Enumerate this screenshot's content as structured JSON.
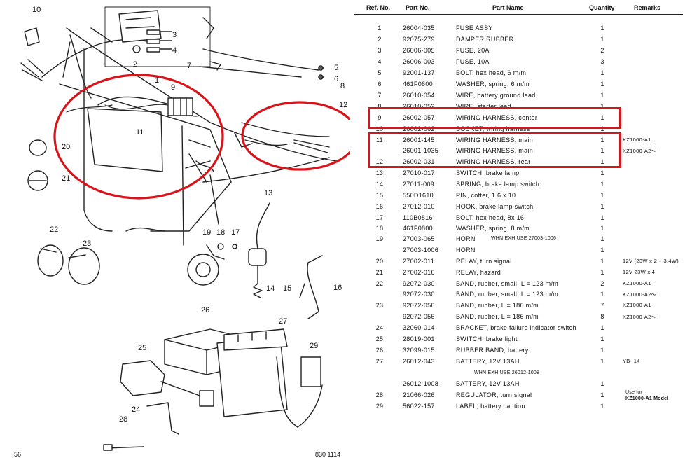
{
  "table": {
    "headers": {
      "ref": "Ref. No.",
      "part": "Part No.",
      "name": "Part Name",
      "qty": "Quantity",
      "remarks": "Remarks"
    },
    "rows": [
      {
        "ref": "1",
        "part": "26004-035",
        "name": "FUSE ASSY",
        "qty": "1",
        "rem": ""
      },
      {
        "ref": "2",
        "part": "92075-279",
        "name": "DAMPER RUBBER",
        "qty": "1",
        "rem": ""
      },
      {
        "ref": "3",
        "part": "26006-005",
        "name": "FUSE, 20A",
        "qty": "2",
        "rem": ""
      },
      {
        "ref": "4",
        "part": "26006-003",
        "name": "FUSE, 10A",
        "qty": "3",
        "rem": ""
      },
      {
        "ref": "5",
        "part": "92001-137",
        "name": "BOLT, hex head, 6 m/m",
        "qty": "1",
        "rem": ""
      },
      {
        "ref": "6",
        "part": "461F0600",
        "name": "WASHER, spring, 6 m/m",
        "qty": "1",
        "rem": ""
      },
      {
        "ref": "7",
        "part": "26010-054",
        "name": "WIRE, battery ground lead",
        "qty": "1",
        "rem": ""
      },
      {
        "ref": "8",
        "part": "26010-052",
        "name": "WIRE, starter lead",
        "qty": "1",
        "rem": ""
      },
      {
        "ref": "9",
        "part": "26002-057",
        "name": "WIRING HARNESS, center",
        "qty": "1",
        "rem": ""
      },
      {
        "ref": "10",
        "part": "26002-062",
        "name": "SOCKET, wiring harness",
        "qty": "1",
        "rem": ""
      },
      {
        "ref": "11",
        "part": "26001-145",
        "name": "WIRING HARNESS, main",
        "qty": "1",
        "rem": "KZ1000-A1"
      },
      {
        "ref": "",
        "part": "26001-1035",
        "name": "WIRING HARNESS, main",
        "qty": "1",
        "rem": "KZ1000-A2～"
      },
      {
        "ref": "12",
        "part": "26002-031",
        "name": "WIRING HARNESS, rear",
        "qty": "1",
        "rem": ""
      },
      {
        "ref": "13",
        "part": "27010-017",
        "name": "SWITCH, brake lamp",
        "qty": "1",
        "rem": ""
      },
      {
        "ref": "14",
        "part": "27011-009",
        "name": "SPRING, brake lamp switch",
        "qty": "1",
        "rem": ""
      },
      {
        "ref": "15",
        "part": "550D1610",
        "name": "PIN, cotter, 1.6 x 10",
        "qty": "1",
        "rem": ""
      },
      {
        "ref": "16",
        "part": "27012-010",
        "name": "HOOK, brake lamp switch",
        "qty": "1",
        "rem": ""
      },
      {
        "ref": "17",
        "part": "110B0816",
        "name": "BOLT, hex head, 8x 16",
        "qty": "1",
        "rem": ""
      },
      {
        "ref": "18",
        "part": "461F0800",
        "name": "WASHER, spring, 8 m/m",
        "qty": "1",
        "rem": ""
      },
      {
        "ref": "19",
        "part": "27003-065",
        "name": "HORN",
        "qty": "1",
        "rem": ""
      },
      {
        "ref": "",
        "part": "27003-1006",
        "name": "HORN",
        "qty": "1",
        "rem": ""
      },
      {
        "ref": "20",
        "part": "27002-011",
        "name": "RELAY, turn signal",
        "qty": "1",
        "rem": "12V (23W x 2 + 3.4W)"
      },
      {
        "ref": "21",
        "part": "27002-016",
        "name": "RELAY, hazard",
        "qty": "1",
        "rem": "12V 23W x 4"
      },
      {
        "ref": "22",
        "part": "92072-030",
        "name": "BAND, rubber, small, L = 123 m/m",
        "qty": "2",
        "rem": "KZ1000-A1"
      },
      {
        "ref": "",
        "part": "92072-030",
        "name": "BAND, rubber, small, L = 123 m/m",
        "qty": "1",
        "rem": "KZ1000-A2～"
      },
      {
        "ref": "23",
        "part": "92072-056",
        "name": "BAND, rubber, L = 186 m/m",
        "qty": "7",
        "rem": "KZ1000-A1"
      },
      {
        "ref": "",
        "part": "92072-056",
        "name": "BAND, rubber, L = 186 m/m",
        "qty": "8",
        "rem": "KZ1000-A2～"
      },
      {
        "ref": "24",
        "part": "32060-014",
        "name": "BRACKET, brake failure indicator switch",
        "qty": "1",
        "rem": ""
      },
      {
        "ref": "25",
        "part": "28019-001",
        "name": "SWITCH, brake light",
        "qty": "1",
        "rem": ""
      },
      {
        "ref": "26",
        "part": "32099-015",
        "name": "RUBBER BAND, battery",
        "qty": "1",
        "rem": ""
      },
      {
        "ref": "27",
        "part": "26012-043",
        "name": "BATTERY, 12V 13AH",
        "qty": "1",
        "rem": "YB- 14"
      },
      {
        "ref": "",
        "part": "26012-1008",
        "name": "BATTERY, 12V 13AH",
        "qty": "1",
        "rem": ""
      },
      {
        "ref": "28",
        "part": "21066-026",
        "name": "REGULATOR, turn signal",
        "qty": "1",
        "rem": ""
      },
      {
        "ref": "29",
        "part": "56022-157",
        "name": "LABEL, battery caution",
        "qty": "1",
        "rem": ""
      }
    ],
    "notes": {
      "horn": "WHN EXH USE 27003-1006",
      "battery": "WHN EXH USE 26012-1008",
      "regulator_use1": "Use for",
      "regulator_use2": "KZ1000-A1 Model"
    }
  },
  "diagram": {
    "callouts": [
      "1",
      "2",
      "3",
      "4",
      "5",
      "6",
      "7",
      "8",
      "9",
      "10",
      "11",
      "12",
      "13",
      "14",
      "15",
      "16",
      "17",
      "18",
      "19",
      "20",
      "21",
      "22",
      "23",
      "24",
      "25",
      "26",
      "27",
      "28",
      "29"
    ]
  },
  "footer": {
    "page_number": "56",
    "catalog_code": "830 1114"
  },
  "highlight_color": "#d8131a"
}
